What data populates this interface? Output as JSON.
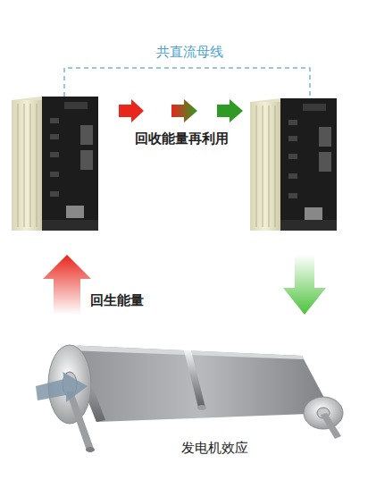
{
  "diagram": {
    "labels": [
      "共直流母线",
      "回收能量再利用",
      "回生能量",
      "发电机效应"
    ]
  }
}
